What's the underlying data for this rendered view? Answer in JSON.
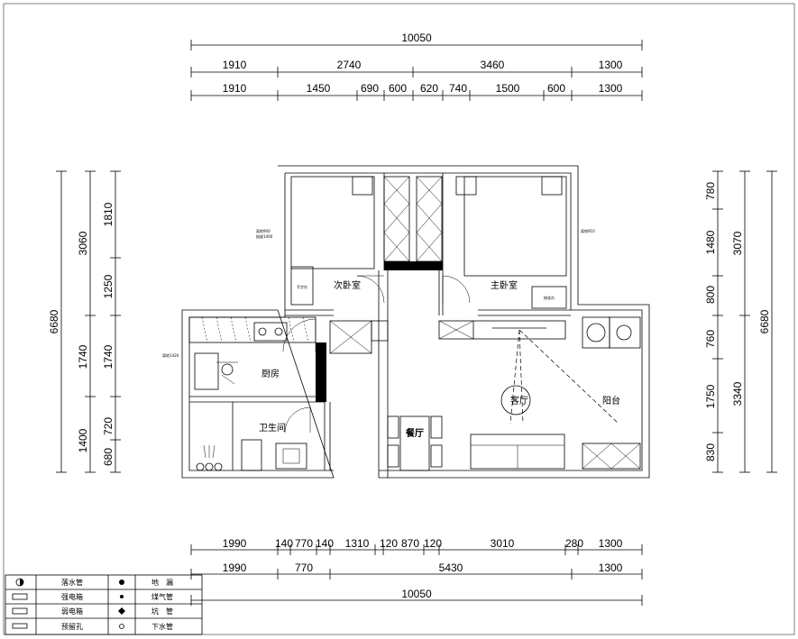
{
  "dimensions": {
    "top_total": "10050",
    "top_row1": [
      "1910",
      "2740",
      "3460",
      "1300"
    ],
    "top_row2": [
      "1910",
      "1450",
      "690",
      "600",
      "620",
      "740",
      "1500",
      "600",
      "1300"
    ],
    "bottom_row1": [
      "1990",
      "140",
      "770",
      "140",
      "1310",
      "120",
      "870",
      "120",
      "3010",
      "280",
      "1300"
    ],
    "bottom_row2": [
      "1990",
      "770",
      "5430",
      "1300"
    ],
    "bottom_total": "10050",
    "left_outer": "6680",
    "left_mid": [
      "3060",
      "1740",
      "1400"
    ],
    "left_inner": [
      "1810",
      "1250",
      "1740",
      "720",
      "680"
    ],
    "right_inner": [
      "780",
      "1480",
      "800",
      "760",
      "1750",
      "830"
    ],
    "right_mid": [
      "3070",
      "3340"
    ],
    "right_outer": "6680"
  },
  "rooms": {
    "second_bedroom": "次卧室",
    "master_bedroom": "主卧室",
    "kitchen": "厨房",
    "living_room": "客厅",
    "balcony": "阳台",
    "bathroom": "卫生间",
    "dining": "餐厅"
  },
  "small_labels": {
    "desk": "写字台",
    "tv_cabinet": "梳妆台",
    "note_a": "离地900",
    "note_b": "插座1400",
    "note_c": "离地910",
    "note_d": "离地1420"
  },
  "legend": {
    "items": [
      {
        "left": "落水管",
        "right": "地　漏"
      },
      {
        "left": "强电箱",
        "right": "煤气管"
      },
      {
        "left": "弱电箱",
        "right": "坑　管"
      },
      {
        "left": "预留孔",
        "right": "下水管"
      }
    ]
  }
}
